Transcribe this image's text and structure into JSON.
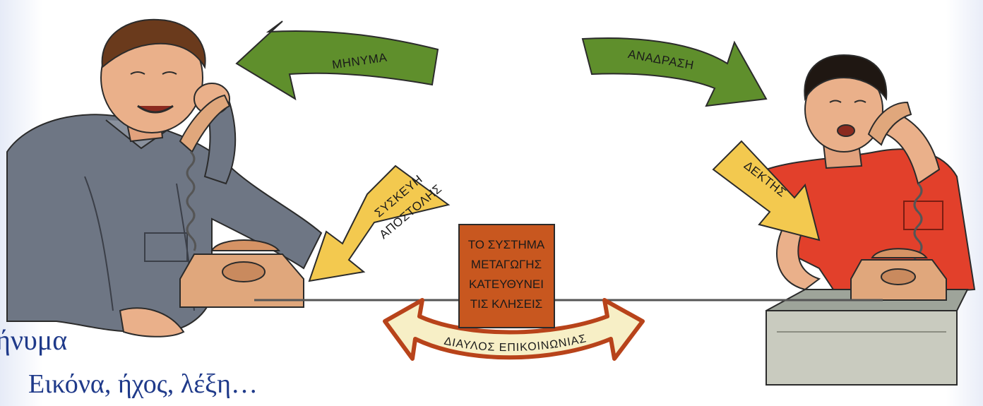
{
  "diagram": {
    "arrows": {
      "message": "ΜΗΝΥΜΑ",
      "feedback": "ΑΝΑΔΡΑΣΗ",
      "sender_device_line1": "ΣΥΣΚΕΥΗ",
      "sender_device_line2": "ΑΠΟΣΤΟΛΗΣ",
      "receiver": "ΔΕΚΤΗΣ"
    },
    "switch_box": {
      "line1": "ΤΟ ΣΥΣΤΗΜΑ",
      "line2": "ΜΕΤΑΓΩΓΗΣ",
      "line3": "ΚΑΤΕΥΘΥΝΕΙ",
      "line4": "ΤΙΣ ΚΛΗΣΕΙΣ"
    },
    "channel": "ΔΙΑΥΛΟΣ   ΕΠΙΚΟΙΝΩΝΙΑΣ"
  },
  "colors": {
    "arrow_green": "#5f8f2c",
    "arrow_yellow": "#f3c94f",
    "switch_box": "#c8571f",
    "channel_fill": "#f7efc6",
    "channel_border": "#b8431a",
    "caption_text": "#1f3a8a",
    "sender_shirt": "#6e7684",
    "receiver_shirt": "#e2402b",
    "phone": "#e0a77c"
  },
  "captions": {
    "line1": "ήνυμα",
    "line2": "Εικόνα, ήχος, λέξη…"
  }
}
